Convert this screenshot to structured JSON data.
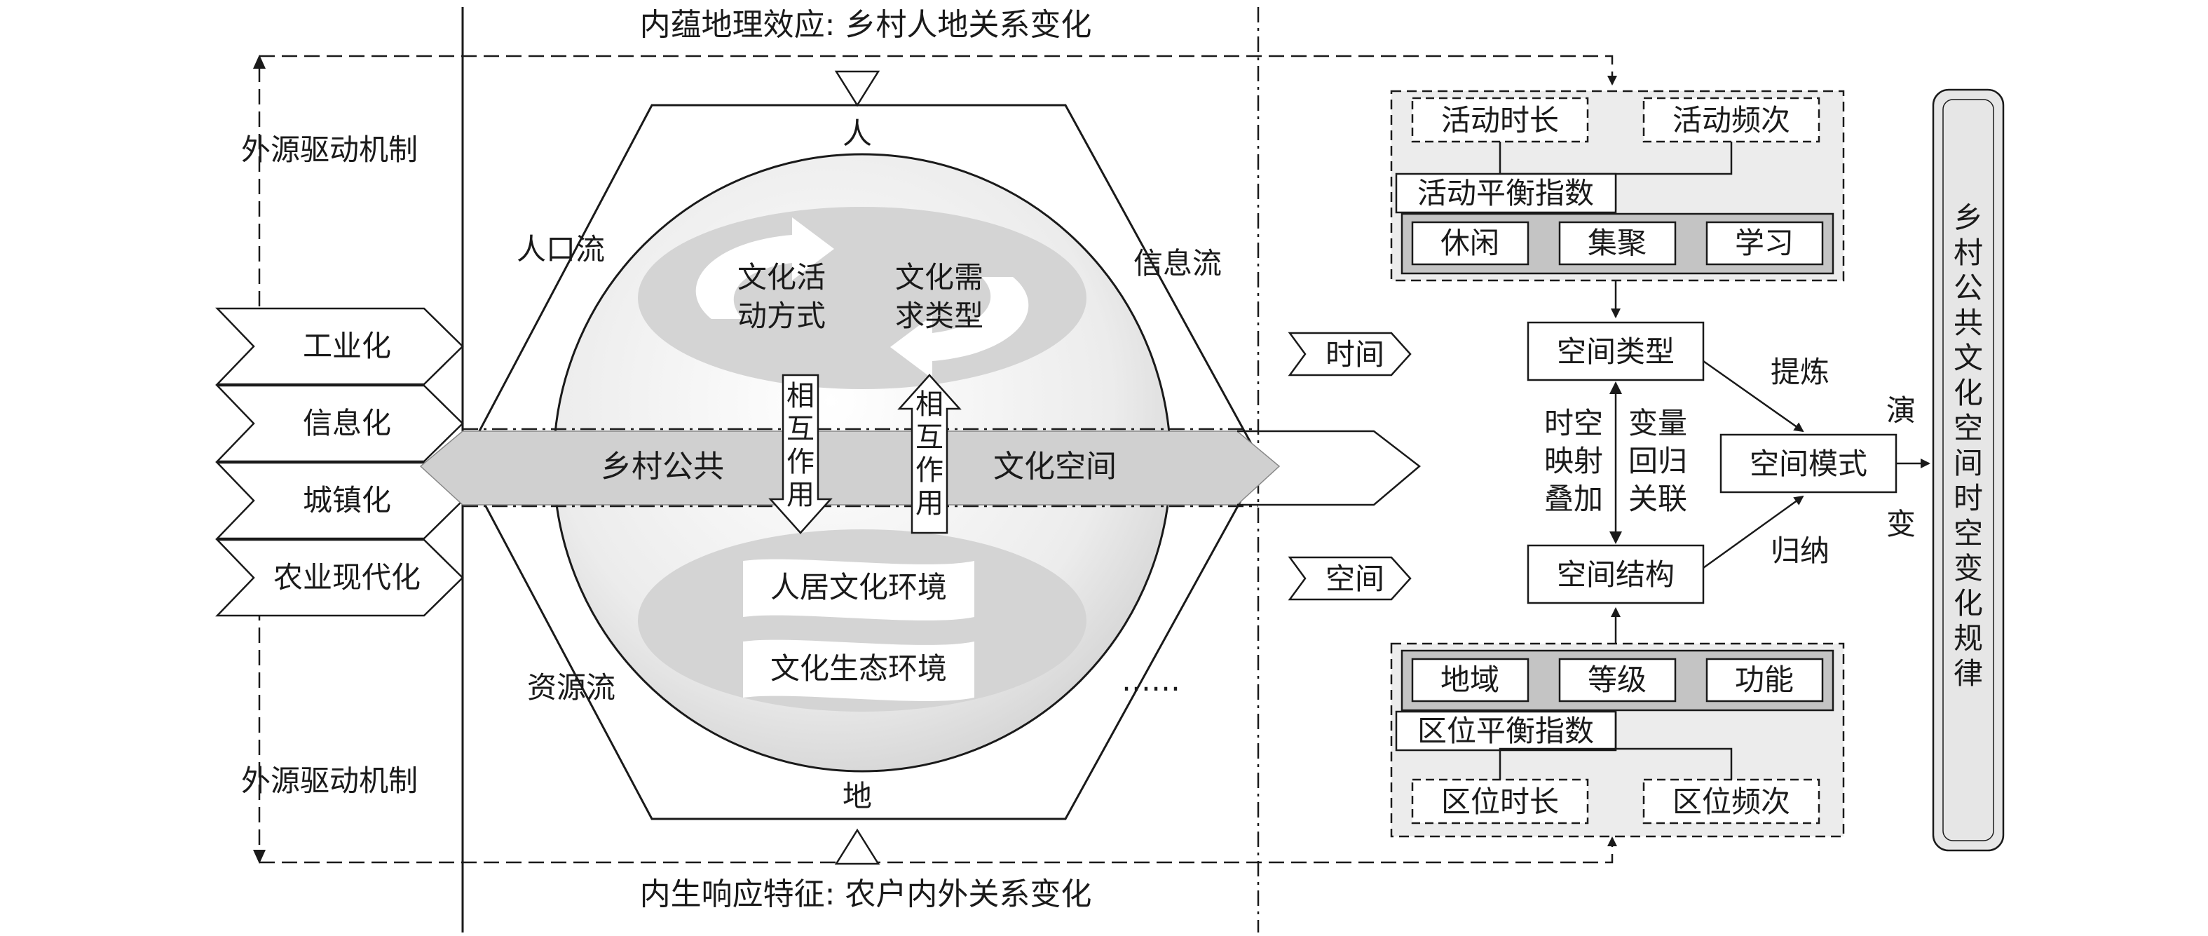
{
  "top_title": "内蕴地理效应: 乡村人地关系变化",
  "bottom_title": "内生响应特征: 农户内外关系变化",
  "left_top_label": "外源驱动机制",
  "left_bottom_label": "外源驱动机制",
  "drivers": [
    "工业化",
    "信息化",
    "城镇化",
    "农业现代化"
  ],
  "hexagon": {
    "top": "人",
    "bottom": "地",
    "upper_left": "人口流",
    "upper_right": "信息流",
    "lower_left": "资源流",
    "lower_right": "……"
  },
  "sphere": {
    "activity_mode": [
      "文化活",
      "动方式"
    ],
    "demand_type": [
      "文化需",
      "求类型"
    ],
    "interaction_down": [
      "相",
      "互",
      "作",
      "用"
    ],
    "interaction_up": [
      "相",
      "互",
      "作",
      "用"
    ],
    "env_1": "人居文化环境",
    "env_2": "文化生态环境"
  },
  "band_left": "乡村公共",
  "band_right": "文化空间",
  "time_tag": "时间",
  "space_tag": "空间",
  "activity_panel": {
    "duration": "活动时长",
    "frequency": "活动频次",
    "index": "活动平衡指数",
    "types": [
      "休闲",
      "集聚",
      "学习"
    ]
  },
  "location_panel": {
    "types": [
      "地域",
      "等级",
      "功能"
    ],
    "index": "区位平衡指数",
    "duration": "区位时长",
    "frequency": "区位频次"
  },
  "space_type": "空间类型",
  "space_structure": "空间结构",
  "space_mode": "空间模式",
  "left_vertical": [
    "时空",
    "映射",
    "叠加"
  ],
  "right_vertical": [
    "变量",
    "回归",
    "关联"
  ],
  "refine": "提炼",
  "induce": "归纳",
  "evolve_1": "演",
  "evolve_2": "变",
  "result": [
    "乡",
    "村",
    "公",
    "共",
    "文",
    "化",
    "空",
    "间",
    "时",
    "空",
    "变",
    "化",
    "规",
    "律"
  ]
}
